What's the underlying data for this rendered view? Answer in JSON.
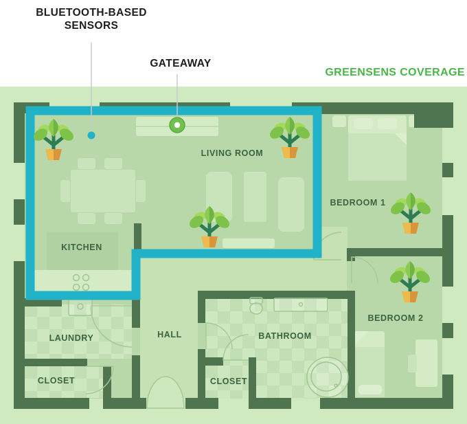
{
  "header": {
    "sensors_line1": "BLUETOOTH-BASED",
    "sensors_line2": "SENSORS",
    "gateway_label": "GATEAWAY",
    "coverage_title": "GREENSENS COVERAGE"
  },
  "plan": {
    "rooms": {
      "kitchen": "KITCHEN",
      "living_room": "LIVING ROOM",
      "bedroom1": "BEDROOM 1",
      "bedroom2": "BEDROOM 2",
      "laundry": "LAUNDRY",
      "hall": "HALL",
      "bathroom": "BATHROOM",
      "closet_left": "CLOSET",
      "closet_middle": "CLOSET"
    },
    "devices": {
      "sensor_marker": "bluetooth sensor dot",
      "gateway_marker": "gateway ring",
      "plant_count": 5
    }
  },
  "colors": {
    "coverage_teal": "#21b2c7",
    "wall_green": "#4e7450",
    "canvas_green": "#cfeabf",
    "floor_green": "#b9d8aa",
    "hall_green": "#c6e2b5",
    "tile_light": "#cde8bf",
    "tile_dark": "#c2deb3",
    "accent_green": "#4bb647",
    "gateway_green": "#6fc14c",
    "room_label_green": "#3a6340",
    "header_text": "#1d1d1b"
  }
}
